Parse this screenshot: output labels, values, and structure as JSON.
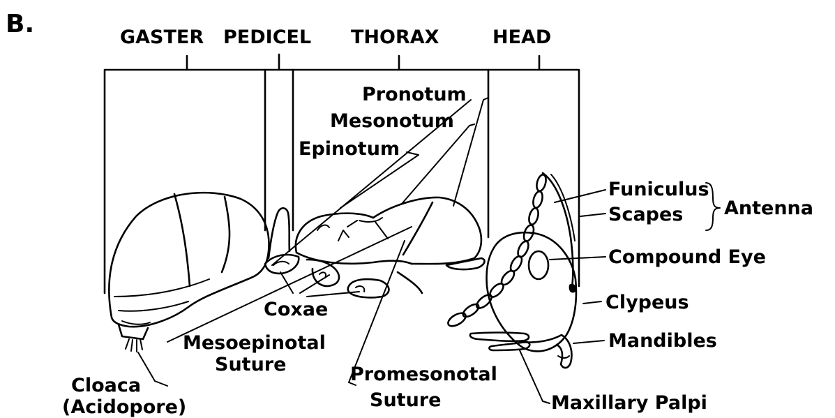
{
  "panel_label": "B.",
  "segments": {
    "gaster": "GASTER",
    "pedicel": "PEDICEL",
    "thorax": "THORAX",
    "head": "HEAD"
  },
  "labels": {
    "pronotum": "Pronotum",
    "mesonotum": "Mesonotum",
    "epinotum": "Epinotum",
    "funiculus": "Funiculus",
    "scapes": "Scapes",
    "antenna": "Antenna",
    "compound_eye": "Compound Eye",
    "clypeus": "Clypeus",
    "mandibles": "Mandibles",
    "coxae": "Coxae",
    "mesoepinotal_line1": "Mesoepinotal",
    "mesoepinotal_line2": "Suture",
    "promesonotal_line1": "Promesonotal",
    "promesonotal_line2": "Suture",
    "cloaca_line1": "Cloaca",
    "cloaca_line2": "(Acidopore)",
    "maxillary_palpi": "Maxillary Palpi"
  }
}
